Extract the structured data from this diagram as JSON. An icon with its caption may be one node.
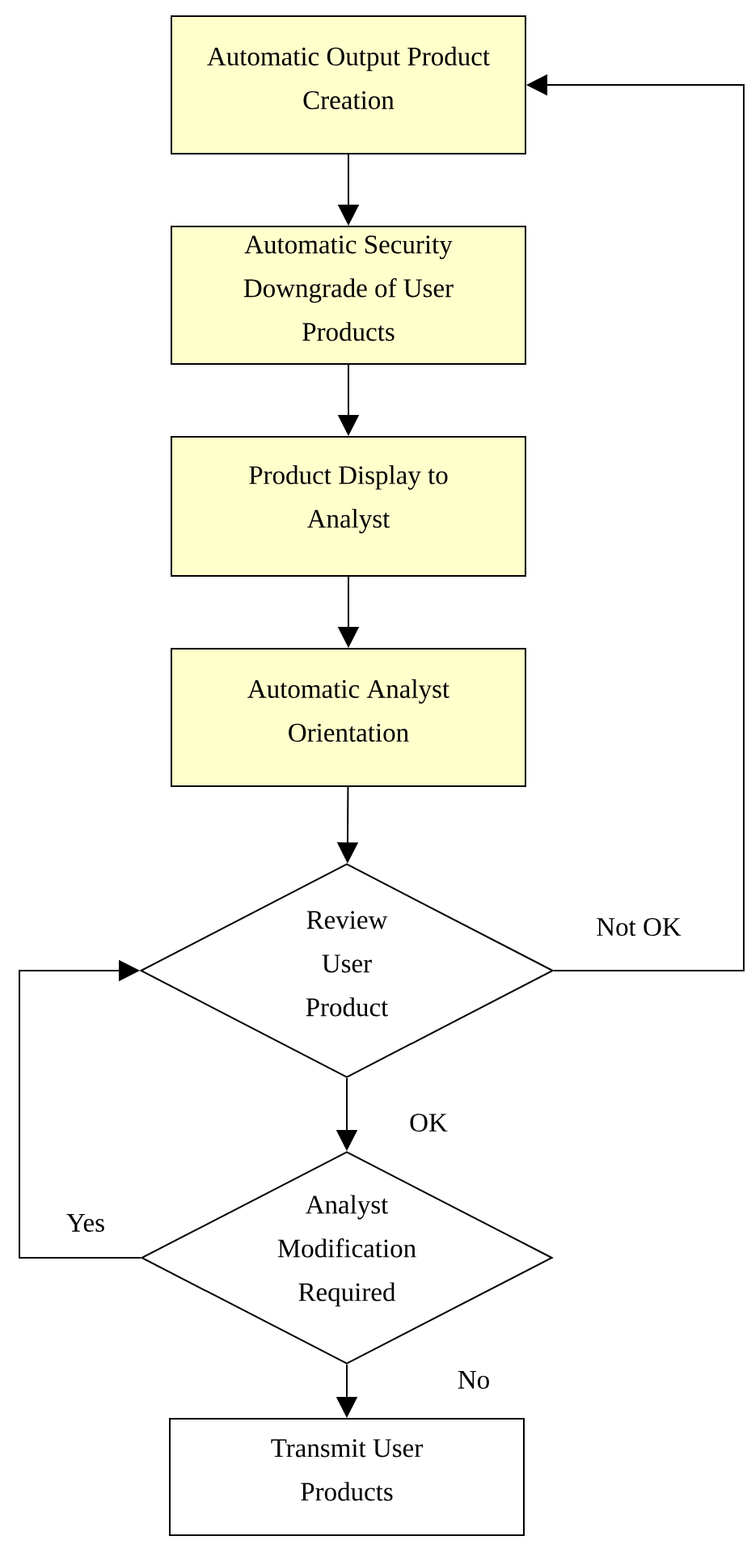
{
  "diagram": {
    "nodes": [
      {
        "text": [
          "Automatic Output Product Creation"
        ]
      },
      {
        "text": [
          "Automatic Security Downgrade of User Products"
        ]
      },
      {
        "text": [
          "Product Display to Analyst"
        ]
      },
      {
        "text": [
          "Automatic Analyst Orientation"
        ]
      },
      {
        "text": [
          "Review User Product"
        ]
      },
      {
        "text": [
          "Analyst Modification Required"
        ]
      },
      {
        "text": [
          "Transmit User Products"
        ]
      }
    ],
    "edges": [
      {
        "from": 0,
        "to": 1,
        "arrow": "to"
      },
      {
        "from": 1,
        "to": 2,
        "arrow": "to"
      },
      {
        "from": 2,
        "to": 3,
        "arrow": "to"
      },
      {
        "from": 3,
        "to": 4,
        "arrow": "to"
      },
      {
        "from": 4,
        "to": 5,
        "arrow": "to",
        "label": "OK"
      },
      {
        "from": 5,
        "to": 4,
        "arrow": "to",
        "label": "Yes"
      },
      {
        "from": 5,
        "to": 6,
        "arrow": "to",
        "label": "No"
      },
      {
        "from": 4,
        "to": 0,
        "arrow": "to",
        "label": "Not OK"
      }
    ]
  }
}
